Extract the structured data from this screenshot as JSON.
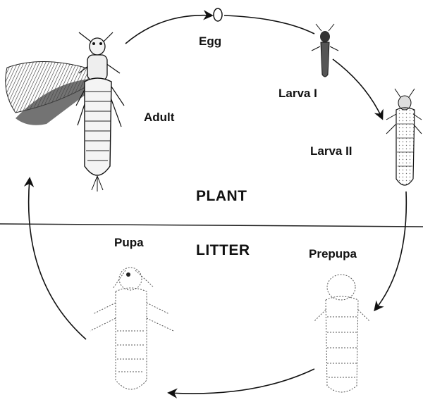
{
  "diagram": {
    "stages": {
      "egg": "Egg",
      "larva1": "Larva I",
      "larva2": "Larva II",
      "prepupa": "Prepupa",
      "pupa": "Pupa",
      "adult": "Adult"
    },
    "zones": {
      "upper": "PLANT",
      "lower": "LITTER"
    }
  }
}
